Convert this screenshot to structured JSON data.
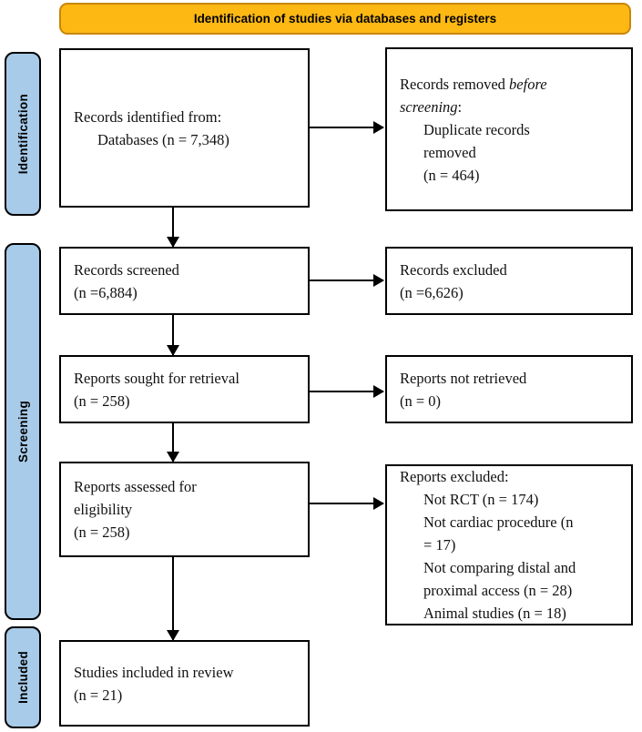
{
  "banner": {
    "title": "Identification of studies via databases and registers"
  },
  "stages": {
    "identification": "Identification",
    "screening": "Screening",
    "included": "Included"
  },
  "boxes": {
    "records_identified": {
      "line1": "Records identified from:",
      "line2": "Databases (n = 7,348)"
    },
    "records_removed": {
      "line1_normal": "Records removed ",
      "line1_italic": "before",
      "line2_italic": "screening",
      "line2_normal": ":",
      "line3": "Duplicate records",
      "line4": "removed",
      "line5": "(n = 464)"
    },
    "records_screened": {
      "line1": "Records screened",
      "line2": "(n =6,884)"
    },
    "records_excluded": {
      "line1": "Records excluded",
      "line2": "(n =6,626)"
    },
    "reports_sought": {
      "line1": "Reports sought for retrieval",
      "line2": "(n = 258)"
    },
    "reports_not_retrieved": {
      "line1": "Reports not retrieved",
      "line2": "(n = 0)"
    },
    "reports_assessed": {
      "line1": "Reports assessed for",
      "line2": "eligibility",
      "line3": "(n = 258)"
    },
    "reports_excluded": {
      "line1": "Reports excluded:",
      "line2": "Not RCT (n = 174)",
      "line3": "Not cardiac procedure (n",
      "line4": "= 17)",
      "line5": "Not comparing distal and",
      "line6": "proximal access (n = 28)",
      "line7": "Animal studies (n = 18)"
    },
    "studies_included": {
      "line1": "Studies included in review",
      "line2": "(n = 21)"
    }
  },
  "colors": {
    "banner_fill": "#FDB813",
    "banner_border": "#C8860A",
    "stage_fill": "#A8CBE9",
    "outline": "#000000"
  }
}
